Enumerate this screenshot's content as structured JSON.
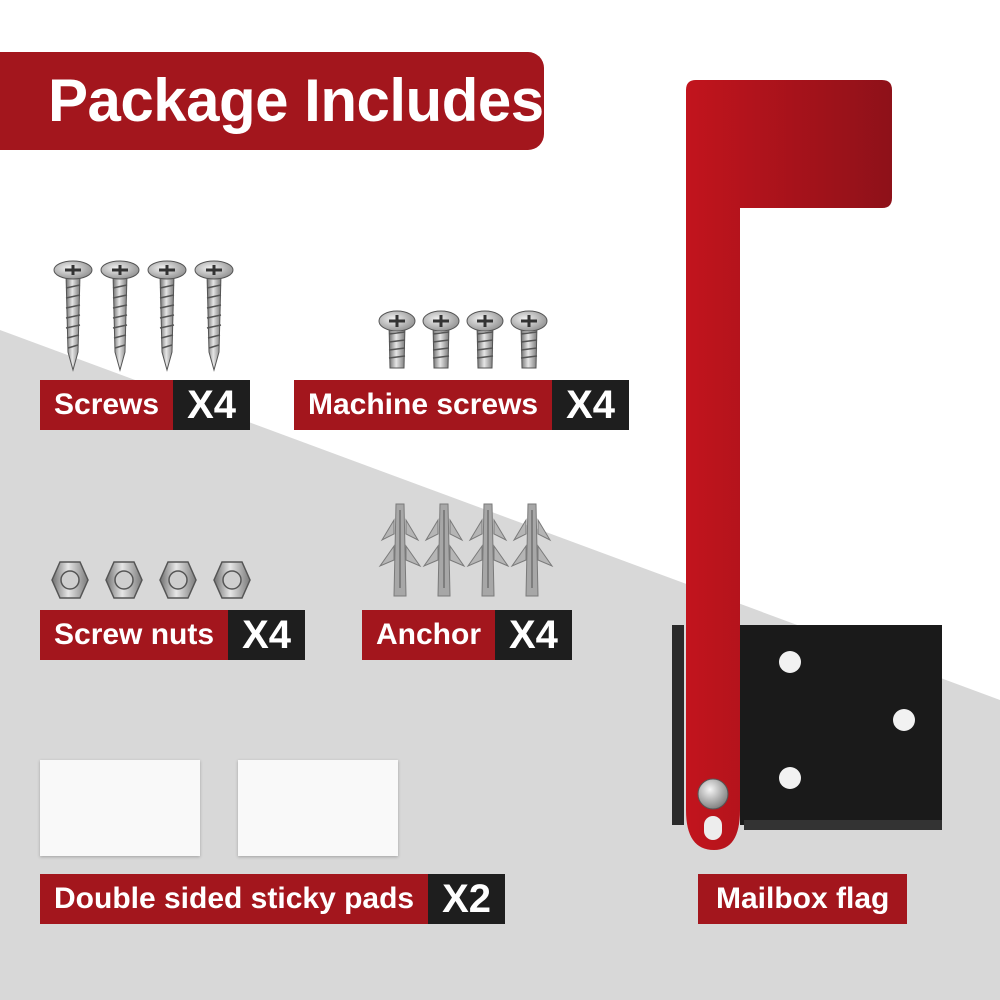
{
  "header": {
    "title": "Package Includes"
  },
  "items": [
    {
      "name": "Screws",
      "qty": "X4"
    },
    {
      "name": "Machine screws",
      "qty": "X4"
    },
    {
      "name": "Screw nuts",
      "qty": "X4"
    },
    {
      "name": "Anchor",
      "qty": "X4"
    },
    {
      "name": "Double sided sticky pads",
      "qty": "X2"
    }
  ],
  "flag": {
    "label": "Mailbox flag"
  },
  "colors": {
    "brand_red": "#a3161d",
    "label_dark": "#1e1e1e",
    "background_gray": "#d8d8d8",
    "bracket_black": "#1a1a1a"
  }
}
